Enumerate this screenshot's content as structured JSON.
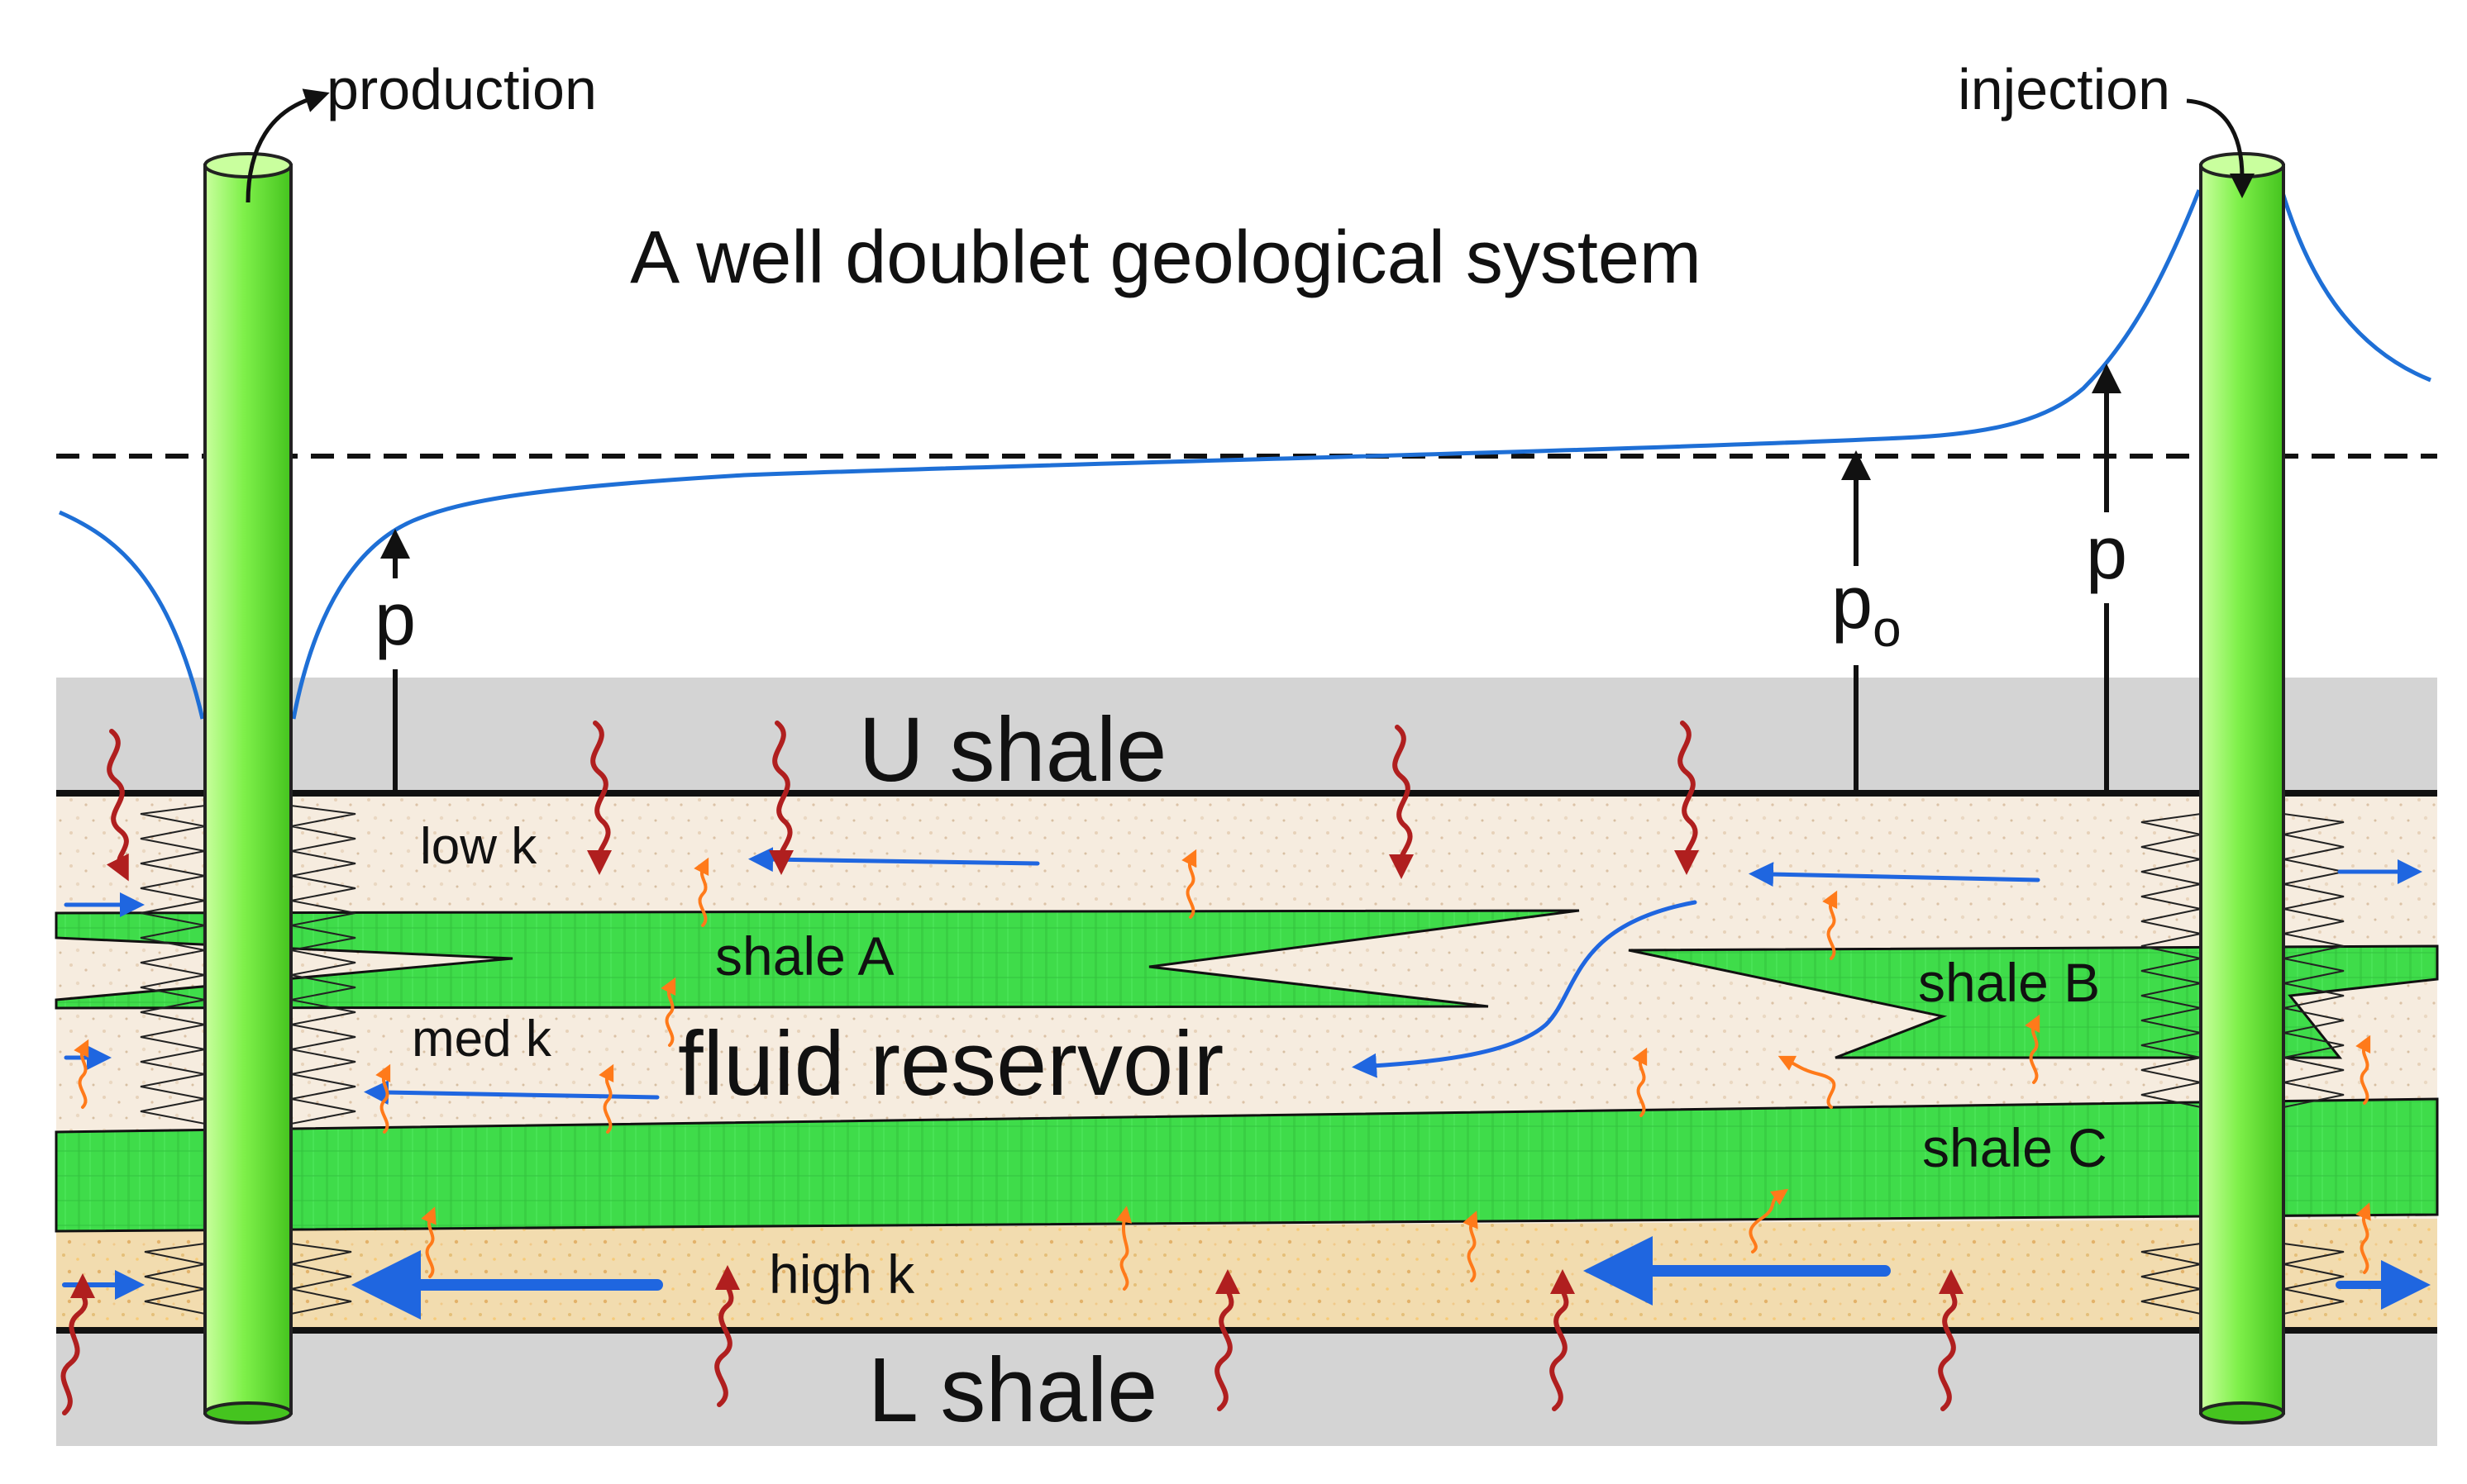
{
  "diagram": {
    "title": "A well doublet geological system",
    "wells": {
      "production": "production",
      "injection": "injection"
    },
    "layers": {
      "upper_shale": "U shale",
      "lower_shale": "L shale",
      "shale_a": "shale A",
      "shale_b": "shale B",
      "shale_c": "shale C",
      "reservoir": "fluid reservoir",
      "low_k": "low k",
      "med_k": "med k",
      "high_k": "high k"
    },
    "pressure": {
      "p_left": "p",
      "p_right": "p",
      "p0_base": "p",
      "p0_subscript": "o"
    },
    "colors": {
      "shale_gray": "#d4d4d4",
      "shale_green": "#3fdc4a",
      "reservoir_beige": "#f6ecdf",
      "high_k_tan": "#f1d9a8",
      "well_green": "#7ff04a",
      "pressure_curve": "#1e6fd6",
      "flow_arrow": "#1f66e0",
      "heat_dark_red": "#b01f1f",
      "heat_orange": "#ff7a1a"
    }
  }
}
